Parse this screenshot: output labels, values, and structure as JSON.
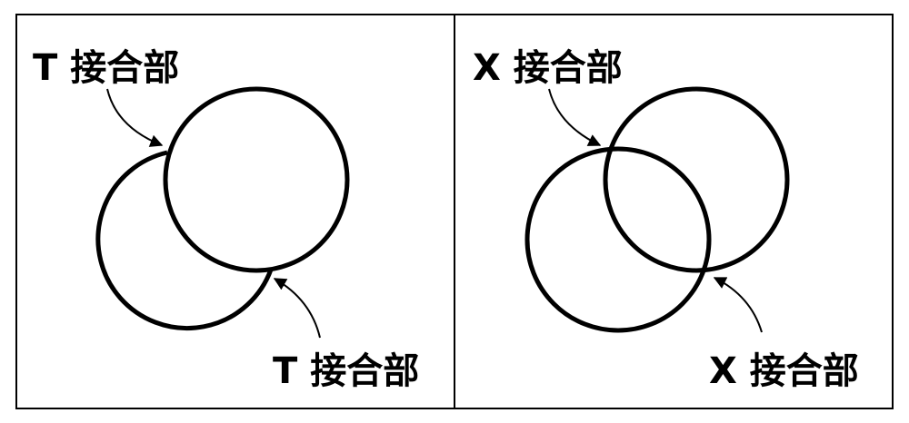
{
  "panels": [
    {
      "junction_type": "T",
      "labels": [
        "T 接合部",
        "T 接合部"
      ]
    },
    {
      "junction_type": "X",
      "labels": [
        "X 接合部",
        "X 接合部"
      ]
    }
  ],
  "colors": {
    "stroke": "#000000",
    "background": "#ffffff"
  }
}
